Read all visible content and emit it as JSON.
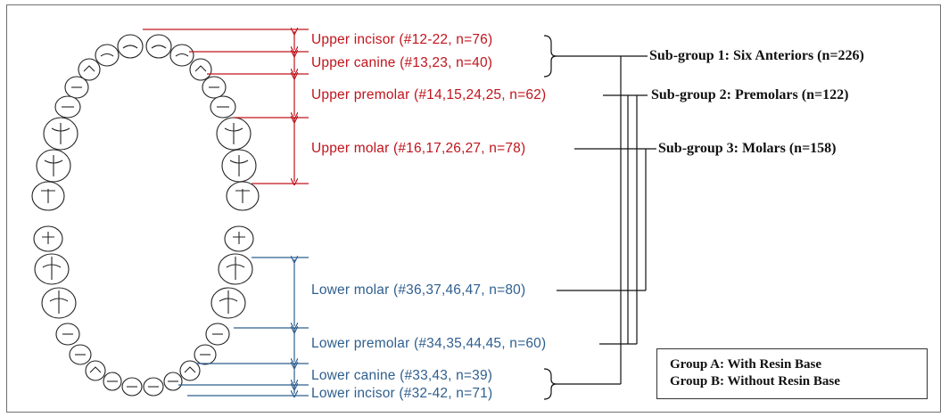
{
  "labels": {
    "upper_incisor": "Upper incisor (#12-22, n=76)",
    "upper_canine": "Upper canine (#13,23, n=40)",
    "upper_premolar": "Upper premolar (#14,15,24,25, n=62)",
    "upper_molar": "Upper molar (#16,17,26,27, n=78)",
    "lower_molar": "Lower molar (#36,37,46,47, n=80)",
    "lower_premolar": "Lower premolar (#34,35,44,45, n=60)",
    "lower_canine": "Lower canine (#33,43, n=39)",
    "lower_incisor": "Lower incisor (#32-42, n=71)"
  },
  "subgroups": {
    "sg1": "Sub-group 1: Six Anteriors (n=226)",
    "sg2": "Sub-group 2: Premolars (n=122)",
    "sg3": "Sub-group 3: Molars (n=158)"
  },
  "legend": {
    "group_a": "Group A: With Resin Base",
    "group_b": "Group B: Without Resin Base"
  },
  "colors": {
    "upper": "#c0141c",
    "lower": "#2f5f8f",
    "connector": "#111111"
  }
}
